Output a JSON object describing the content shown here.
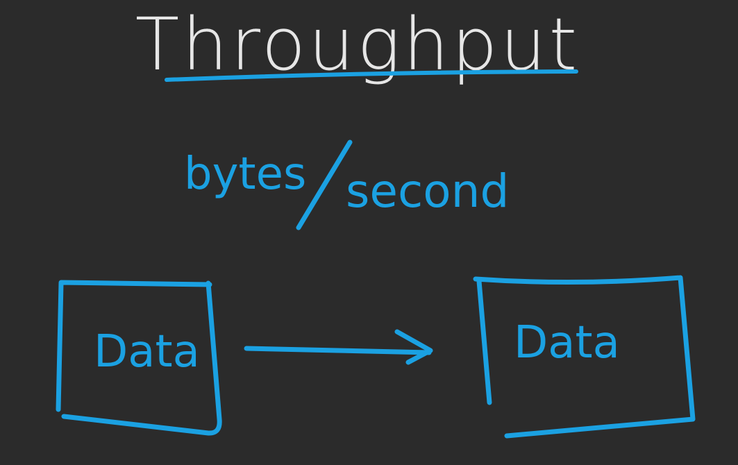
{
  "title": "Throughput",
  "unit": {
    "numerator": "bytes",
    "separator": "/",
    "denominator": "second"
  },
  "source_box": {
    "label": "Data"
  },
  "target_box": {
    "label": "Data"
  },
  "colors": {
    "background": "#2b2b2b",
    "ink_white": "#e6e6e6",
    "ink_blue": "#1ba1e2"
  }
}
